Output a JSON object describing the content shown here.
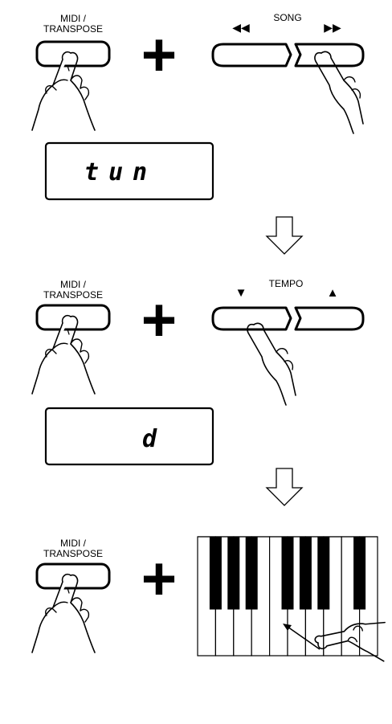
{
  "step1": {
    "button_label_line1": "MIDI /",
    "button_label_line2": "TRANSPOSE",
    "plus": "+",
    "group_label": "SONG",
    "rewind_symbol": "◀◀",
    "forward_symbol": "▶▶",
    "display_text": "tun"
  },
  "step2": {
    "button_label_line1": "MIDI /",
    "button_label_line2": "TRANSPOSE",
    "plus": "+",
    "group_label": "TEMPO",
    "down_symbol": "▼",
    "up_symbol": "▲",
    "display_text": "d"
  },
  "step3": {
    "button_label_line1": "MIDI /",
    "button_label_line2": "TRANSPOSE",
    "plus": "+"
  }
}
